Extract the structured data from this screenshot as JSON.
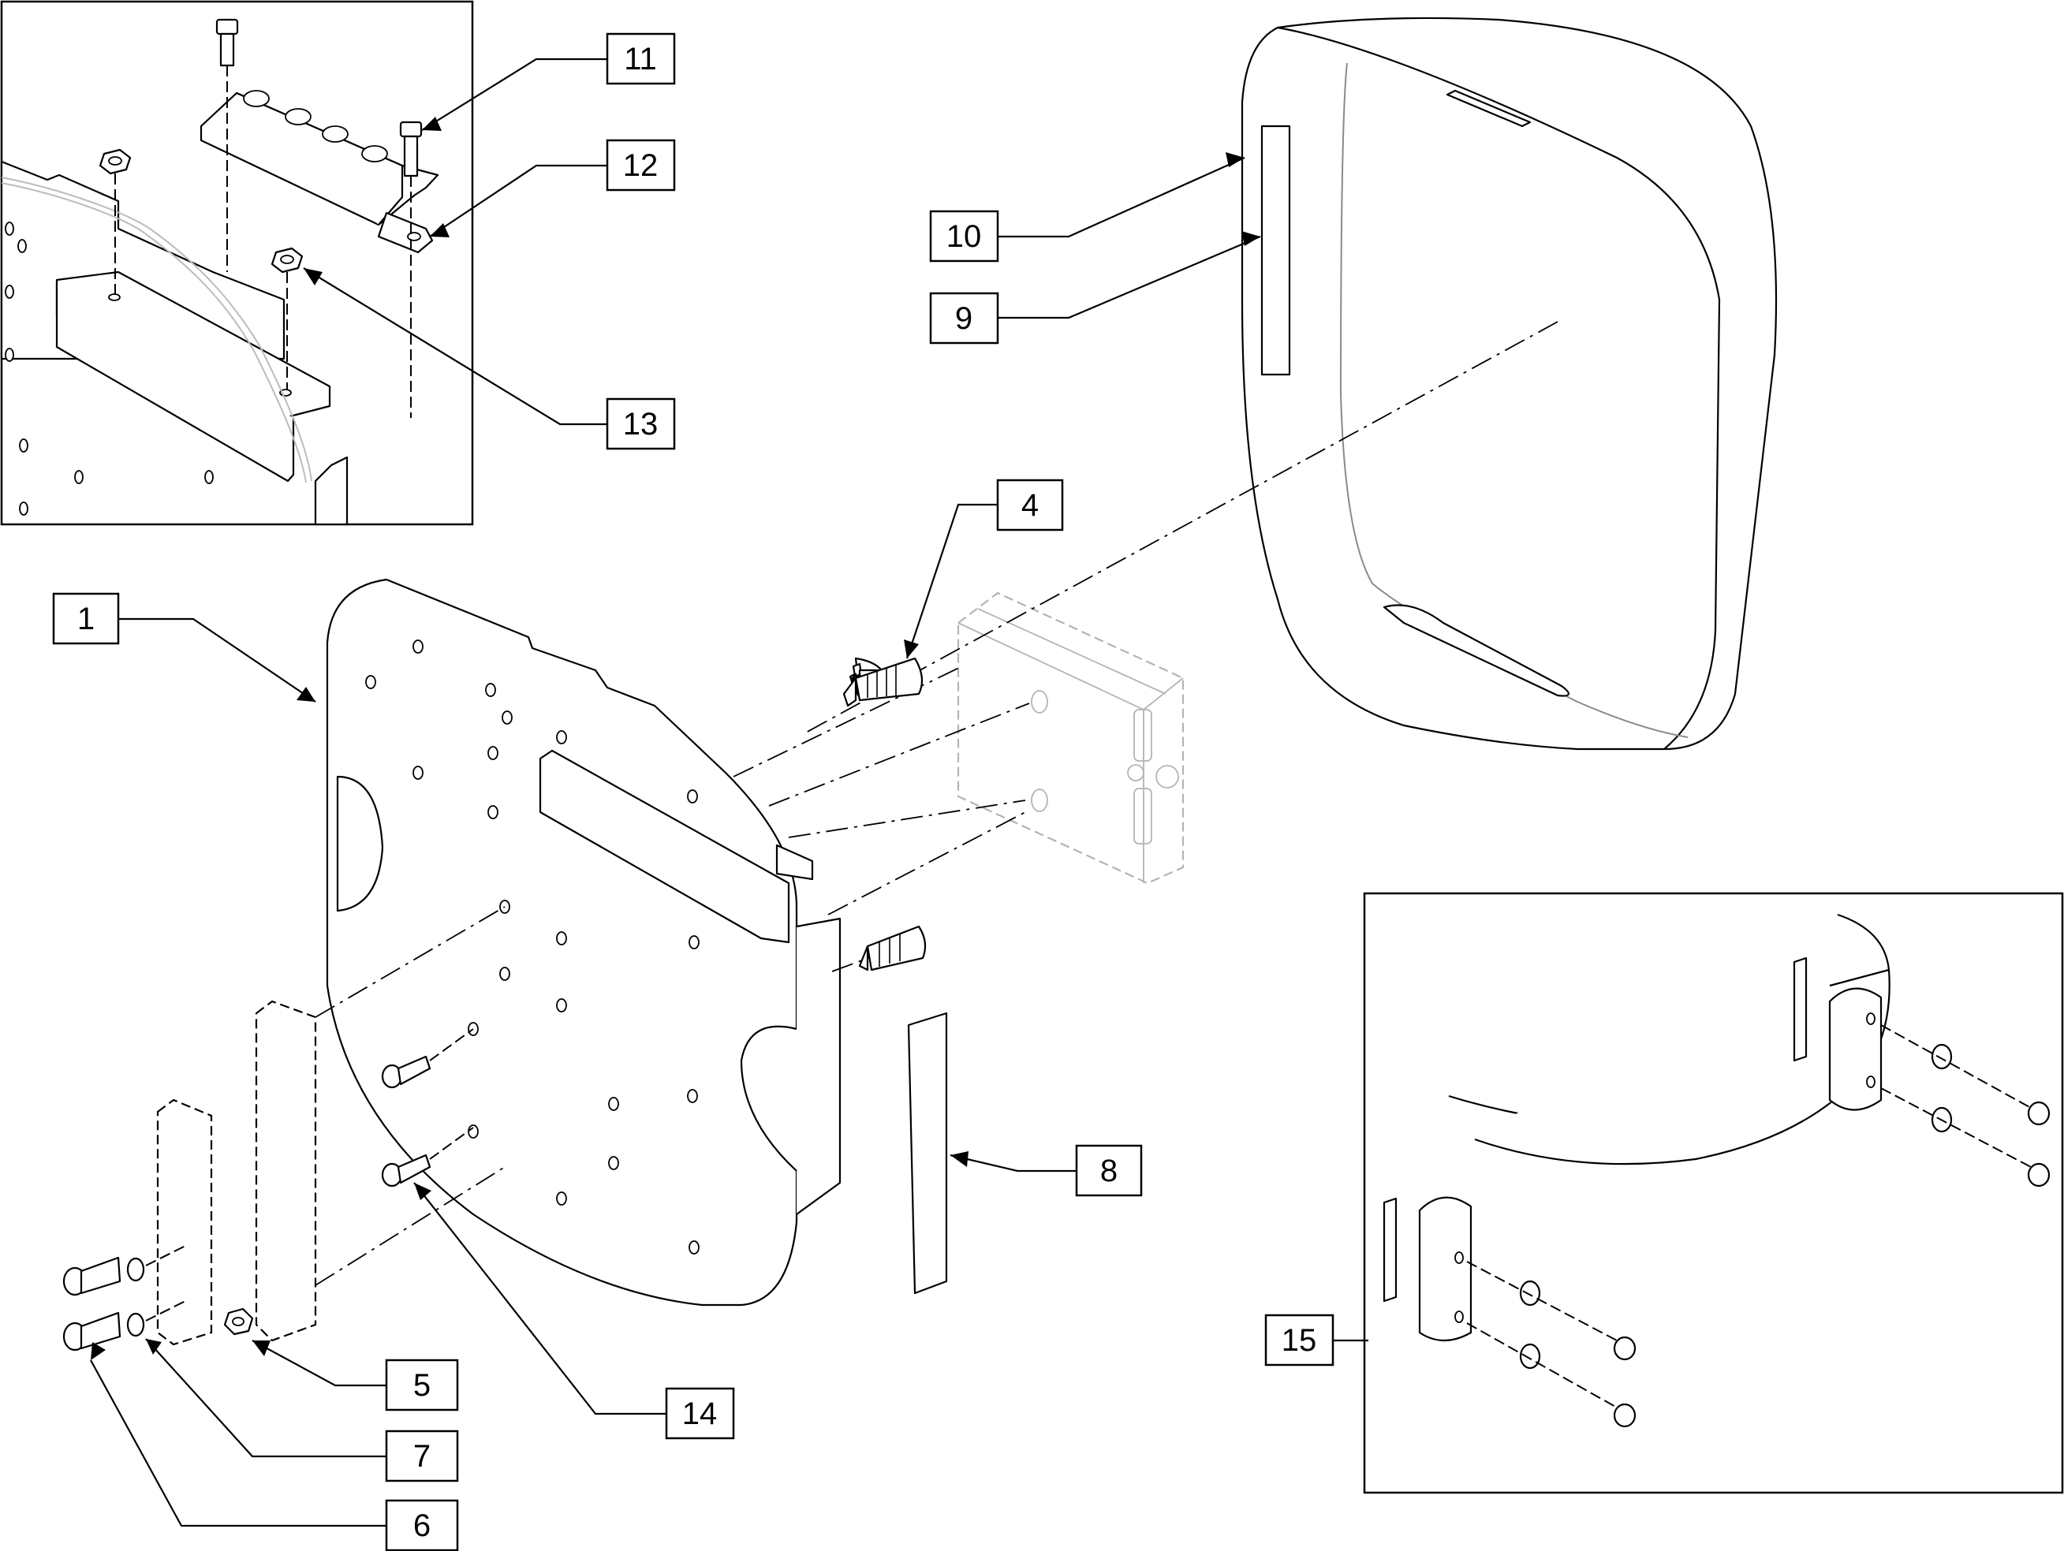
{
  "callouts": [
    {
      "id": "1",
      "label": "1"
    },
    {
      "id": "4",
      "label": "4"
    },
    {
      "id": "5",
      "label": "5"
    },
    {
      "id": "6",
      "label": "6"
    },
    {
      "id": "7",
      "label": "7"
    },
    {
      "id": "8",
      "label": "8"
    },
    {
      "id": "9",
      "label": "9"
    },
    {
      "id": "10",
      "label": "10"
    },
    {
      "id": "11",
      "label": "11"
    },
    {
      "id": "12",
      "label": "12"
    },
    {
      "id": "13",
      "label": "13"
    },
    {
      "id": "14",
      "label": "14"
    },
    {
      "id": "15",
      "label": "15"
    }
  ],
  "colors": {
    "line": "#000000",
    "ghost_line": "#b4b4b4",
    "background": "#ffffff"
  }
}
